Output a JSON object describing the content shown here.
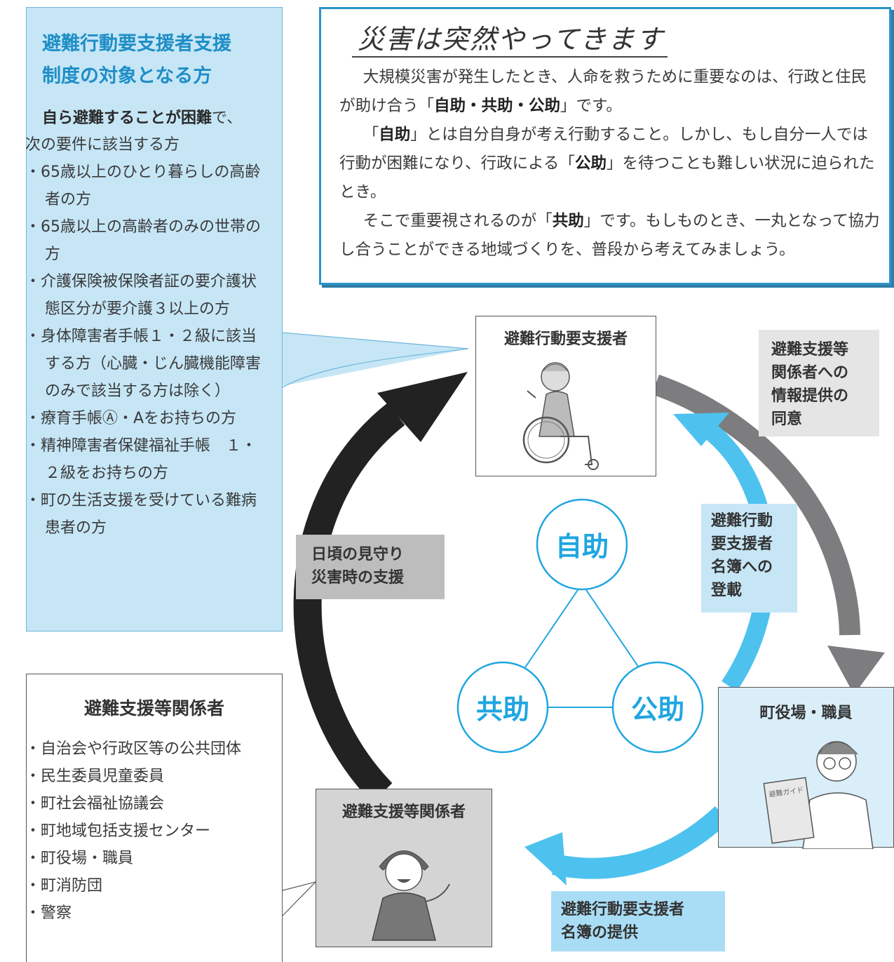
{
  "target": {
    "title_line1": "避難行動要支援者支援",
    "title_line2": "制度の対象となる方",
    "intro_bold": "自ら避難することが困難",
    "intro_rest": "で、",
    "intro_line2": "次の要件に該当する方",
    "items": [
      "・65歳以上のひとり暮らしの高齢者の方",
      "・65歳以上の高齢者のみの世帯の方",
      "・介護保険被保険者証の要介護状態区分が要介護３以上の方",
      "・身体障害者手帳１・２級に該当する方（心臓・じん臓機能障害のみで該当する方は除く）",
      "・療育手帳Ⓐ・Aをお持ちの方",
      "・精神障害者保健福祉手帳　１・２級をお持ちの方",
      "・町の生活支援を受けている難病患者の方"
    ]
  },
  "message": {
    "heading": "災害は突然やってきます",
    "p1_a": "大規模災害が発生したとき、人命を救うために重要なのは、行政と住民が助け合う「",
    "p1_b": "自助・共助・公助",
    "p1_c": "」です。",
    "p2_a": "「",
    "p2_b": "自助",
    "p2_c": "」とは自分自身が考え行動すること。しかし、もし自分一人では行動が困難になり、行政による「",
    "p2_d": "公助",
    "p2_e": "」を待つことも難しい状況に迫られたとき。",
    "p3_a": "そこで重要視されるのが「",
    "p3_b": "共助",
    "p3_c": "」です。もしものとき、一丸となって協力し合うことができる地域づくりを、普段から考えてみましょう。"
  },
  "supporters_box": {
    "title": "避難支援等関係者",
    "items": [
      "・自治会や行政区等の公共団体",
      "・民生委員児童委員",
      "・町社会福祉協議会",
      "・町地域包括支援センター",
      "・町役場・職員",
      "・町消防団",
      "・警察"
    ]
  },
  "cycle": {
    "node_person": "避難行動要支援者",
    "node_office": "町役場・職員",
    "node_supporters": "避難支援等関係者",
    "label_consent": [
      "避難支援等",
      "関係者への",
      "情報提供の",
      "同意"
    ],
    "label_register": [
      "避難行動",
      "要支援者",
      "名簿への",
      "登載"
    ],
    "label_provide": [
      "避難行動要支援者",
      "名簿の提供"
    ],
    "label_watch": [
      "日頃の見守り",
      "災害時の支援"
    ],
    "guidebook_text": "避難ガイド"
  },
  "triangle": {
    "self_help": "自助",
    "mutual_help": "共助",
    "public_help": "公助"
  },
  "colors": {
    "accent_blue": "#1fa6e0",
    "light_blue": "#c6e6f6",
    "arrow_gray": "#7d7d7f",
    "arrow_black": "#222222"
  }
}
